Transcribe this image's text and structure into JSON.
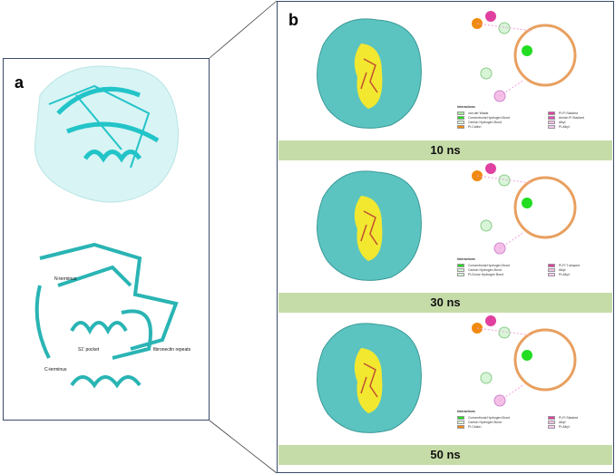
{
  "panel_a": {
    "label": "a",
    "annotations": [
      "N-terminus",
      "S1' pocket",
      "fibronectin repeats",
      "C-terminus"
    ]
  },
  "panel_b": {
    "label": "b",
    "rows": [
      {
        "time": "10 ns",
        "legend_title": "Interactions",
        "legend": [
          {
            "label": "van der Waals",
            "color": "#a8e8a0"
          },
          {
            "label": "Conventional Hydrogen Bond",
            "color": "#22dd22"
          },
          {
            "label": "Carbon Hydrogen Bond",
            "color": "#d8f5d8"
          },
          {
            "label": "Pi-Cation",
            "color": "#f08a10"
          },
          {
            "label": "Pi-Pi Stacked",
            "color": "#e040a0"
          },
          {
            "label": "Amide-Pi Stacked",
            "color": "#e050b0"
          },
          {
            "label": "Alkyl",
            "color": "#f4c0e8"
          },
          {
            "label": "Pi-Alkyl",
            "color": "#f4c8f0"
          }
        ]
      },
      {
        "time": "30 ns",
        "legend_title": "Interactions",
        "legend": [
          {
            "label": "Conventional Hydrogen Bond",
            "color": "#22dd22"
          },
          {
            "label": "Carbon Hydrogen Bond",
            "color": "#d8f5d8"
          },
          {
            "label": "Pi-Donor Hydrogen Bond",
            "color": "#d8f5d8"
          },
          {
            "label": "Pi-Pi T-shaped",
            "color": "#e040a0"
          },
          {
            "label": "Alkyl",
            "color": "#f4c0e8"
          },
          {
            "label": "Pi-Alkyl",
            "color": "#f4c8f0"
          }
        ]
      },
      {
        "time": "50 ns",
        "legend_title": "Interactions",
        "legend": [
          {
            "label": "Conventional Hydrogen Bond",
            "color": "#22dd22"
          },
          {
            "label": "Carbon Hydrogen Bond",
            "color": "#d8f5d8"
          },
          {
            "label": "Pi-Cation",
            "color": "#f08a10"
          },
          {
            "label": "Pi-Pi Stacked",
            "color": "#e040a0"
          },
          {
            "label": "Alkyl",
            "color": "#f4c0e8"
          },
          {
            "label": "Pi-Alkyl",
            "color": "#f4c8f0"
          }
        ]
      }
    ]
  },
  "colors": {
    "surface": "#5cc4c0",
    "ribbon": "#2cbcbc",
    "pocket": "#f2e830",
    "ligand": "#e8a060",
    "band": "#c6dca8"
  }
}
